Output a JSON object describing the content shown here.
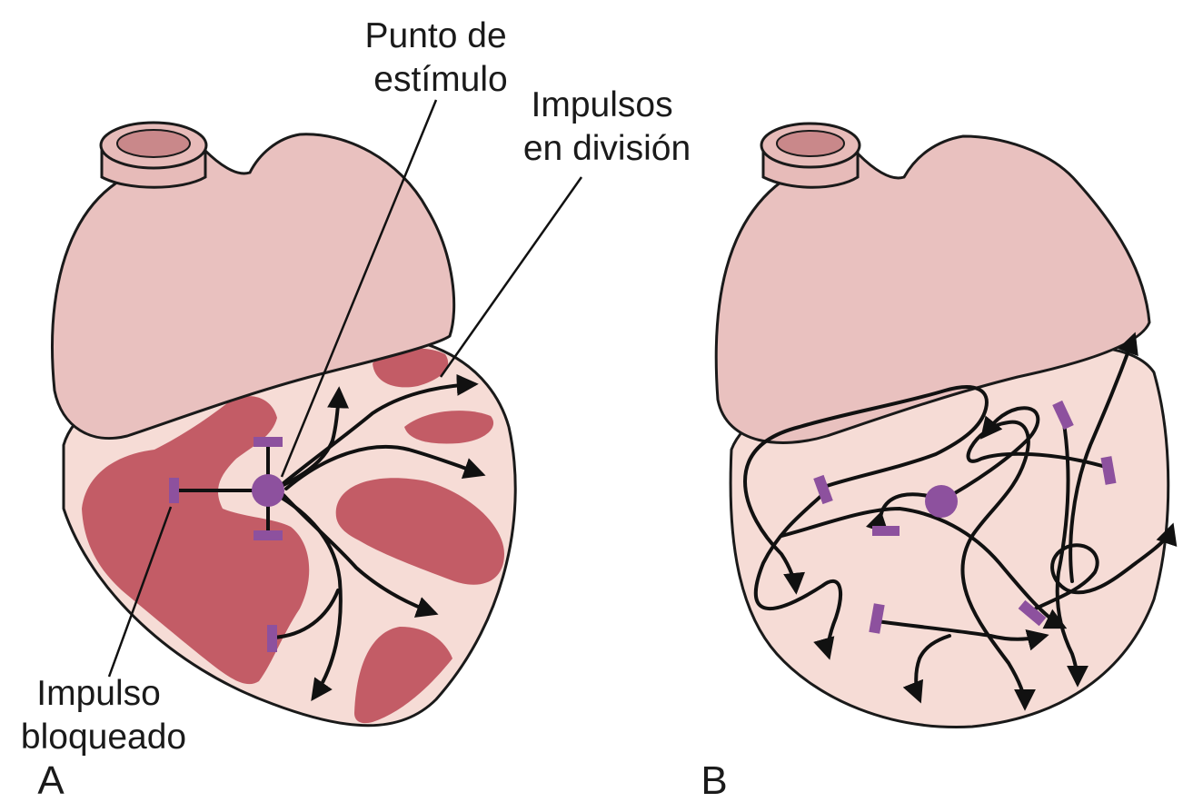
{
  "labels": {
    "stimulus_point": [
      "Punto de",
      "estímulo"
    ],
    "dividing_impulses": [
      "Impulsos",
      "en división"
    ],
    "blocked_impulse": [
      "Impulso",
      "bloqueado"
    ],
    "panel_a": "A",
    "panel_b": "B"
  },
  "colors": {
    "heart_upper": "#e9c1bf",
    "heart_lower": "#f6dcd6",
    "refractory_patch": "#c35c66",
    "block_marker": "#8d519e",
    "impulse_line": "#111111"
  },
  "icons": {
    "block_marker": "bar-block-icon",
    "stimulus_origin": "dot-origin-icon",
    "impulse_path": "arrow-path-icon"
  }
}
